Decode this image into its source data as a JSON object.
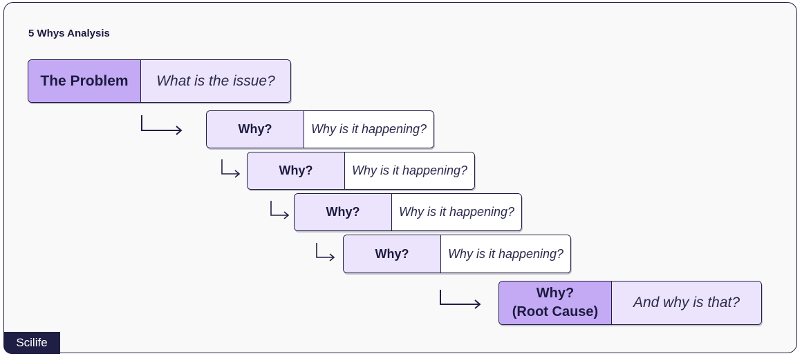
{
  "title": "5 Whys Analysis",
  "problem": {
    "label": "The Problem",
    "question": "What is the issue?"
  },
  "whys": [
    {
      "label": "Why?",
      "question": "Why is it happening?"
    },
    {
      "label": "Why?",
      "question": "Why is it happening?"
    },
    {
      "label": "Why?",
      "question": "Why is it happening?"
    },
    {
      "label": "Why?",
      "question": "Why is it happening?"
    }
  ],
  "root": {
    "label_line1": "Why?",
    "label_line2": "(Root Cause)",
    "question": "And why is that?"
  },
  "brand": "Scilife",
  "colors": {
    "ink": "#1f1e44",
    "dark_purple": "#c4aaf5",
    "light_purple": "#ece4fd",
    "background": "#f9f9f9"
  }
}
